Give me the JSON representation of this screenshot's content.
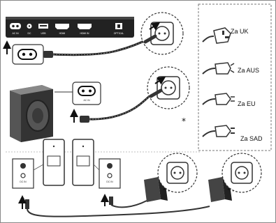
{
  "soundbar_ports": [
    "AC IN",
    "DC",
    "USB",
    "HDMI",
    "HDMI IN",
    "OPTICAL"
  ],
  "subwoofer_port_label": "AC IN",
  "rear_port_labels": [
    "DC IN",
    "DC IN"
  ],
  "footnote_marker": "*",
  "plugs": [
    {
      "label": "Za UK",
      "icon": "uk-plug-icon"
    },
    {
      "label": "Za AUS",
      "icon": "aus-plug-icon"
    },
    {
      "label": "Za EU",
      "icon": "eu-plug-icon"
    },
    {
      "label": "Za SAD",
      "icon": "us-plug-icon"
    }
  ]
}
